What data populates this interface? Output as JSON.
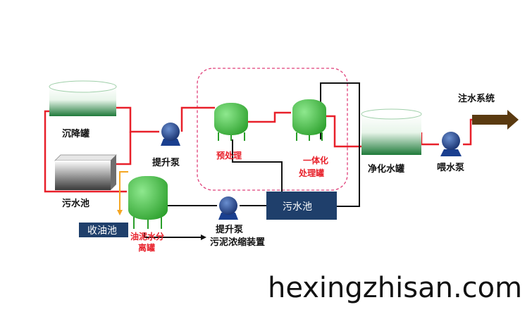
{
  "colors": {
    "water_line": "#e8202a",
    "sludge_line": "#111111",
    "oil_line": "#f5a623",
    "vessel_green": "#3cc23c",
    "pump_blue": "#1a3f8f",
    "box_navy": "#1f3f6b",
    "dashed_frame": "#e0407a",
    "arrow_brown": "#5a3a10"
  },
  "labels": {
    "settling_tank": "沉降罐",
    "sewage_pool_left": "污水池",
    "lift_pump_top": "提升泵",
    "pretreatment": "预处理",
    "integrated_tank_line1": "一体化",
    "integrated_tank_line2": "处理罐",
    "clean_water_tank": "净化水罐",
    "feed_pump": "喂水泵",
    "injection_system": "注水系统",
    "oil_tank": "收油池",
    "separator_line1": "油泥水分",
    "separator_line2": "离罐",
    "sewage_pool_right": "污水池",
    "lift_pump_bottom": "提升泵",
    "sludge_device": "污泥浓缩装置"
  },
  "watermark": "hexingzhisan.com"
}
